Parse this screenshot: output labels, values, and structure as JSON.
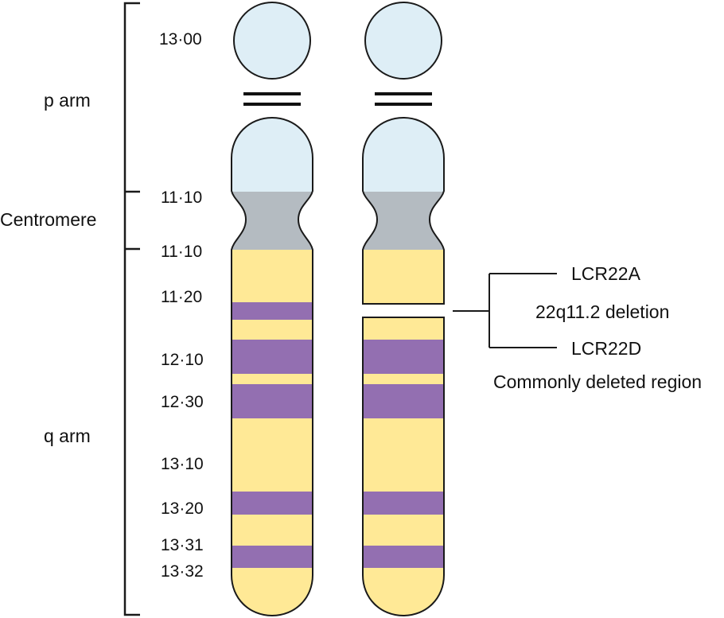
{
  "colors": {
    "p_arm": "#deeef6",
    "centromere": "#b4bbc1",
    "q_light": "#ffe996",
    "q_dark": "#936fb1",
    "outline": "#1a1a1a"
  },
  "arm_labels": {
    "p_arm": "p arm",
    "centromere": "Centromere",
    "q_arm": "q arm"
  },
  "band_labels": {
    "b13_00": "13·00",
    "b11_10_top": "11·10",
    "b11_10_bottom": "11·10",
    "b11_20": "11·20",
    "b12_10": "12·10",
    "b12_30": "12·30",
    "b13_10": "13·10",
    "b13_20": "13·20",
    "b13_31": "13·31",
    "b13_32": "13·32"
  },
  "deletion": {
    "lcr_a": "LCR22A",
    "name": "22q11.2 deletion",
    "lcr_d": "LCR22D",
    "caption": "Commonly deleted region"
  },
  "chromosomes": [
    {
      "id": "normal",
      "dark_bands": [
        "11·20",
        "12·10",
        "12·30",
        "13·20",
        "13·31"
      ]
    },
    {
      "id": "deleted",
      "dark_bands": [
        "12·10",
        "12·30",
        "13·20",
        "13·31"
      ],
      "deleted_region": "LCR22A–LCR22D"
    }
  ]
}
